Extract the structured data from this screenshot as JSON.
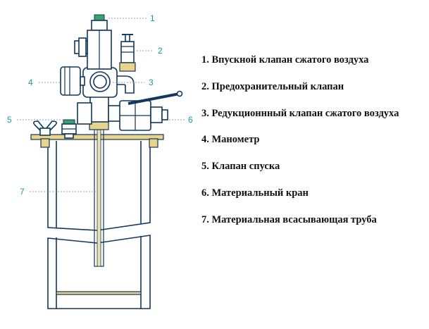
{
  "callouts": [
    "1",
    "2",
    "3",
    "4",
    "5",
    "6",
    "7"
  ],
  "legend": [
    "1. Впускной клапан сжатого воздуха",
    "2. Предохранительный клапан",
    "3. Редукционнный клапан сжатого воздуха",
    "4. Манометр",
    "5. Клапан спуска",
    "6. Материальный кран",
    "7. Материальная всасывающая труба"
  ],
  "colors": {
    "outline": "#12365f",
    "callout": "#1a9a96",
    "brass": "#e8d48a",
    "valve": "#3aa16a"
  }
}
